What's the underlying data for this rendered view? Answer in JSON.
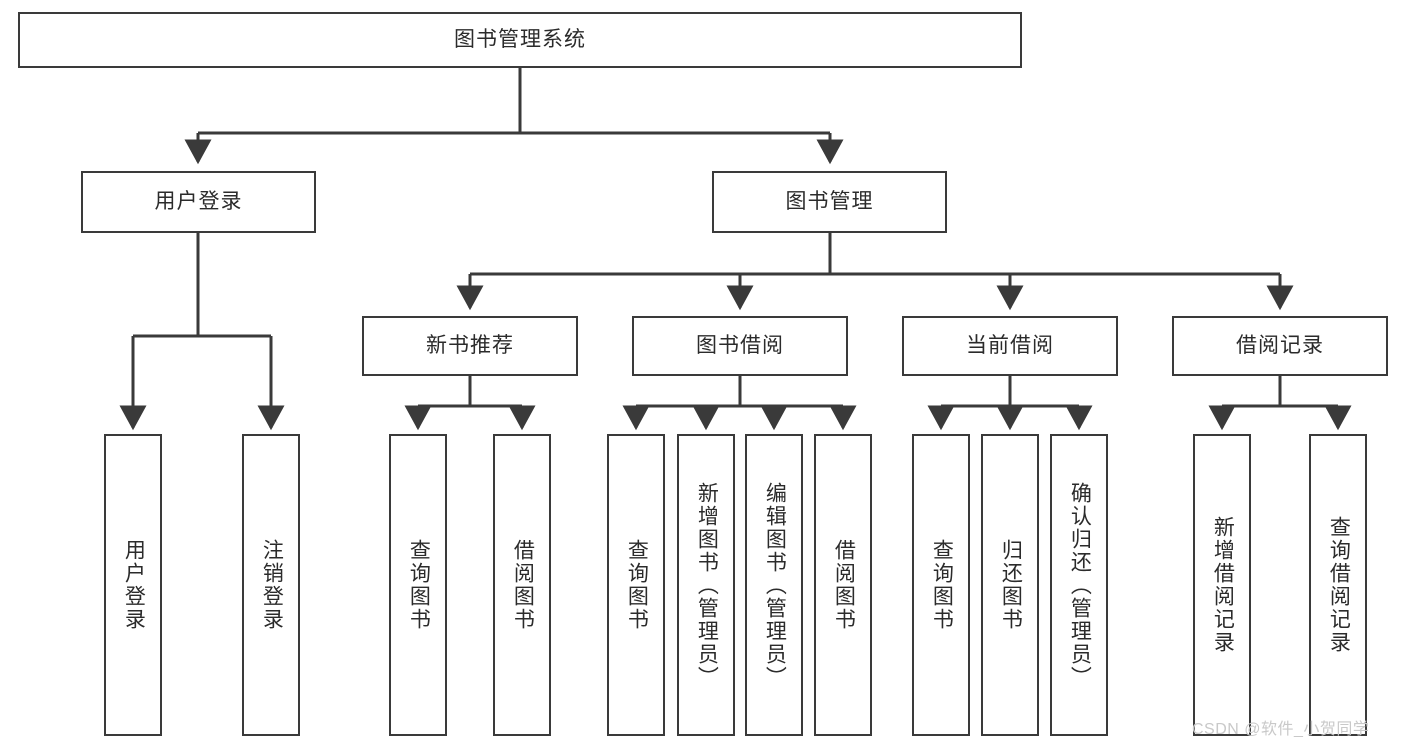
{
  "diagram": {
    "title_node": {
      "label": "图书管理系统"
    },
    "level2": [
      {
        "label": "用户登录"
      },
      {
        "label": "图书管理"
      }
    ],
    "level3": [
      {
        "label": "新书推荐"
      },
      {
        "label": "图书借阅"
      },
      {
        "label": "当前借阅"
      },
      {
        "label": "借阅记录"
      }
    ],
    "leaves": {
      "user_login": [
        {
          "label": "用户登录"
        },
        {
          "label": "注销登录"
        }
      ],
      "new_book_recommend": [
        {
          "label": "查询图书"
        },
        {
          "label": "借阅图书"
        }
      ],
      "book_borrow": [
        {
          "label": "查询图书"
        },
        {
          "label": "新增图书（管理员）"
        },
        {
          "label": "编辑图书（管理员）"
        },
        {
          "label": "借阅图书"
        }
      ],
      "current_borrow": [
        {
          "label": "查询图书"
        },
        {
          "label": "归还图书"
        },
        {
          "label": "确认归还（管理员）"
        }
      ],
      "borrow_record": [
        {
          "label": "新增借阅记录"
        },
        {
          "label": "查询借阅记录"
        }
      ]
    }
  },
  "watermark": {
    "text": "CSDN @软件_小贺同学"
  },
  "colors": {
    "stroke": "#3a3a3a",
    "text": "#2b2b2b",
    "background": "#ffffff",
    "watermark": "#c9c9c9"
  }
}
